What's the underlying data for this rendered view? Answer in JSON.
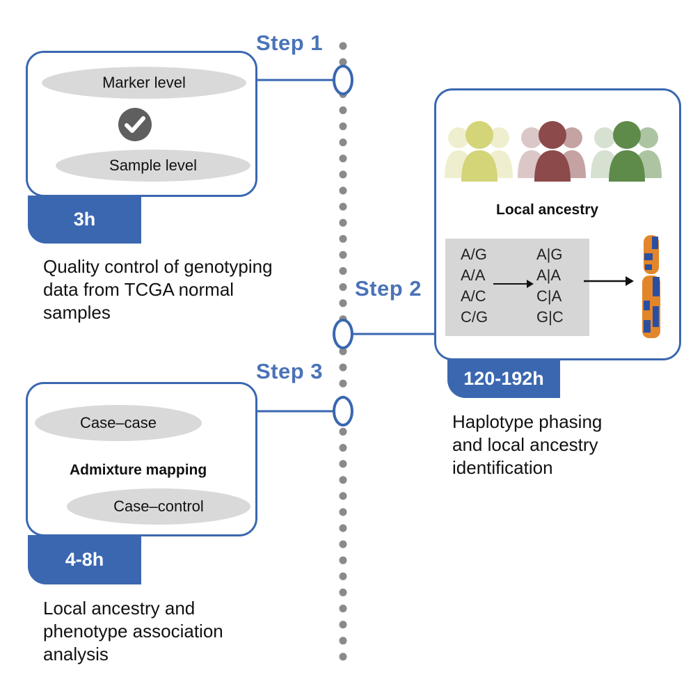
{
  "steps": [
    {
      "label": "Step 1",
      "items": [
        "Marker level",
        "Sample level"
      ],
      "duration": "3h",
      "description": [
        "Quality control of genotyping",
        "data from TCGA normal",
        "samples"
      ]
    },
    {
      "label": "Step 2",
      "title": "Local ancestry",
      "genotypes_unphased": [
        "A/G",
        "A/A",
        "A/C",
        "C/G"
      ],
      "genotypes_phased": [
        "A|G",
        "A|A",
        "C|A",
        "G|C"
      ],
      "duration": "120-192h",
      "description": [
        "Haplotype phasing",
        "and local ancestry",
        "identification"
      ]
    },
    {
      "label": "Step 3",
      "items": [
        "Case–case",
        "Case–control"
      ],
      "title": "Admixture mapping",
      "duration": "4-8h",
      "description": [
        "Local ancestry and",
        "phenotype association",
        "analysis"
      ]
    }
  ],
  "colors": {
    "accent": "#3a67b0",
    "step_text": "#4a73b8",
    "ellipse": "#d9d9d9",
    "group_yellow": "#d4d479",
    "group_maroon": "#8c4a4a",
    "group_green": "#5e8a4a",
    "chrom_orange": "#e3862a",
    "chrom_blue": "#2b4fa0"
  },
  "icons": [
    "check-circle-icon",
    "people-group-icon",
    "arrow-right-icon",
    "chromosome-icon"
  ]
}
